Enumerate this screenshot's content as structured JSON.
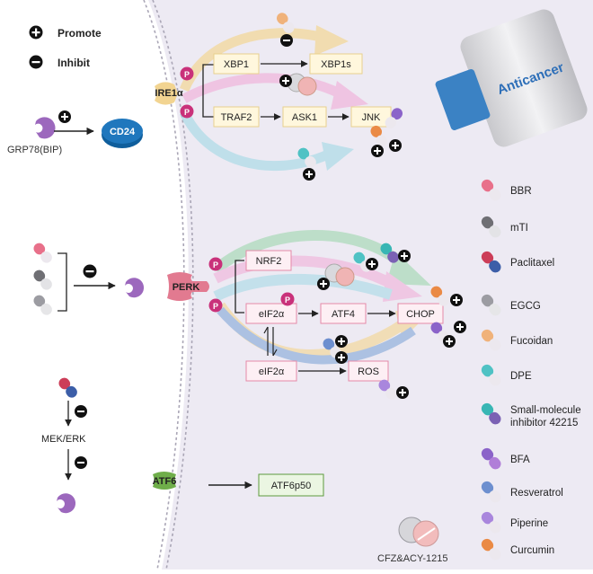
{
  "legend_top": {
    "promote_label": "Promote",
    "inhibit_label": "Inhibit"
  },
  "pathway_ire1": {
    "receptor": "IRE1α",
    "xbp1": "XBP1",
    "xbp1s": "XBP1s",
    "traf2": "TRAF2",
    "ask1": "ASK1",
    "jnk": "JNK"
  },
  "grp78": {
    "label": "GRP78(BIP)",
    "target": "CD24"
  },
  "pathway_perk": {
    "receptor": "PERK",
    "nrf2": "NRF2",
    "eif2a_p": "eIF2α",
    "atf4": "ATF4",
    "chop": "CHOP",
    "eif2a": "eIF2α",
    "ros": "ROS"
  },
  "mek_erk": "MEK/ERK",
  "pathway_atf6": {
    "receptor": "ATF6",
    "product": "ATF6p50"
  },
  "bottle_label": "Anticancer",
  "tablet_label": "CFZ&ACY-1215",
  "phospho_mark": "P",
  "drug_legend": [
    {
      "name": "BBR",
      "top": "#e8708a",
      "bottom": "#ece8ee"
    },
    {
      "name": "mTI",
      "top": "#6f6f74",
      "bottom": "#e3e3e6"
    },
    {
      "name": "Paclitaxel",
      "top": "#cc3d58",
      "bottom": "#3c5ea8"
    },
    {
      "name": "EGCG",
      "top": "#9c9ca2",
      "bottom": "#e6e6e8"
    },
    {
      "name": "Fucoidan",
      "top": "#f0b27a",
      "bottom": "#ece8ee"
    },
    {
      "name": "DPE",
      "top": "#4fc2c4",
      "bottom": "#ece8ee"
    },
    {
      "name": "Small-molecule inhibitor 42215",
      "top": "#38b6b4",
      "bottom": "#7b61b4"
    },
    {
      "name": "BFA",
      "top": "#8b63c9",
      "bottom": "#b07ed8"
    },
    {
      "name": "Resveratrol",
      "top": "#6d8fcf",
      "bottom": "#ece8ee"
    },
    {
      "name": "Piperine",
      "top": "#a986dd",
      "bottom": "#ece8ee"
    },
    {
      "name": "Curcumin",
      "top": "#ea8a45",
      "bottom": "#ece8ee"
    }
  ],
  "colors": {
    "cytoplasm": "#edeaf3",
    "membrane": "#aaa6b6",
    "ire1_box": "#fff7dd",
    "ire1_box_border": "#e8d08e",
    "perk_box": "#fdeff4",
    "perk_box_border": "#e58aa8",
    "atf6_box": "#ebf6e2",
    "atf6_box_border": "#5d9a3d",
    "phospho": "#c9317a",
    "grp78": "#9c68bd",
    "cd24": "#1f77bd"
  }
}
